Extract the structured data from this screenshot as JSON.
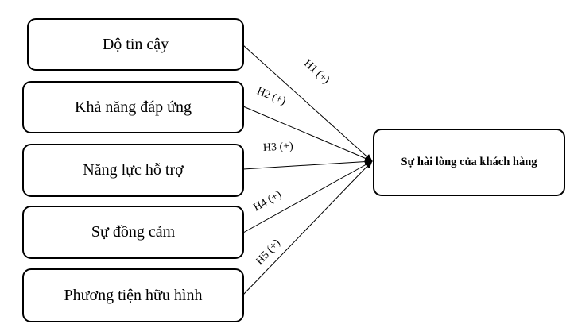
{
  "diagram": {
    "factors": [
      {
        "id": "f1",
        "label": "Độ tin cậy"
      },
      {
        "id": "f2",
        "label": "Khả năng đáp ứng"
      },
      {
        "id": "f3",
        "label": "Năng lực hỗ trợ"
      },
      {
        "id": "f4",
        "label": "Sự đồng cảm"
      },
      {
        "id": "f5",
        "label": "Phương tiện hữu hình"
      }
    ],
    "outcome": {
      "label": "Sự hài lòng của khách hàng"
    },
    "hypotheses": [
      {
        "from": "f1",
        "to": "outcome",
        "label": "H1 (+)"
      },
      {
        "from": "f2",
        "to": "outcome",
        "label": "H2 (+)"
      },
      {
        "from": "f3",
        "to": "outcome",
        "label": "H3 (+)"
      },
      {
        "from": "f4",
        "to": "outcome",
        "label": "H4 (+)"
      },
      {
        "from": "f5",
        "to": "outcome",
        "label": "H5 (+)"
      }
    ],
    "colors": {
      "stroke": "#000000",
      "background": "#ffffff"
    }
  }
}
